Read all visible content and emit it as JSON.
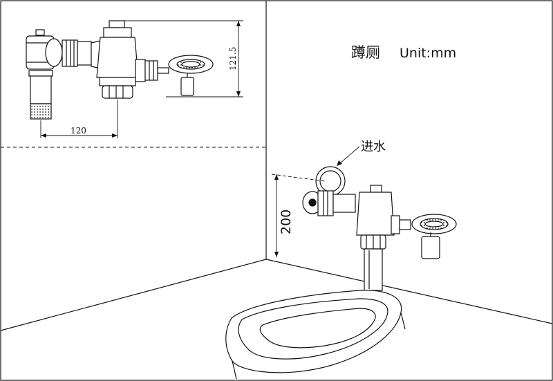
{
  "title": "蹲厕",
  "unit_label": "Unit:mm",
  "inlet_label": "进水",
  "dimensions": {
    "width": "120",
    "height": "121.5",
    "mount_height": "200"
  }
}
